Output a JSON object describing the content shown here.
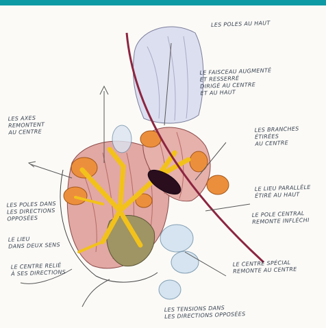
{
  "annotations": {
    "top_right": "LES POLES AU HAUT",
    "upper_right": "LE FAISCEAU AUGMENTÉ ET RESSERRÉ\nDIRIGÉ AU CENTRE\nET AU HAUT",
    "right_1": "LES BRANCHES ÉTIRÉES\nAU CENTRE",
    "right_2": "LE LIEU PARALLÈLE\nÉTIRÉ AU HAUT",
    "right_3": "LE POLE CENTRAL\nREMONTE INFLÉCHI",
    "lower_right": "LE CENTRE SPÉCIAL\nREMONTE AU CENTRE",
    "bottom": "LES TENSIONS DANS\nLES DIRECTIONS OPPOSÉES",
    "left_top": "LES AXES\nREMONTENT\nAU CENTRE",
    "left_mid": "LES POLES DANS\nLES DIRECTIONS\nOPPOSÉES",
    "left_low": "LE LIEU\nDANS DEUX SENS",
    "left_bottom": "LE CENTRE RELIÉ\nÀ SES DIRECTIONS"
  }
}
